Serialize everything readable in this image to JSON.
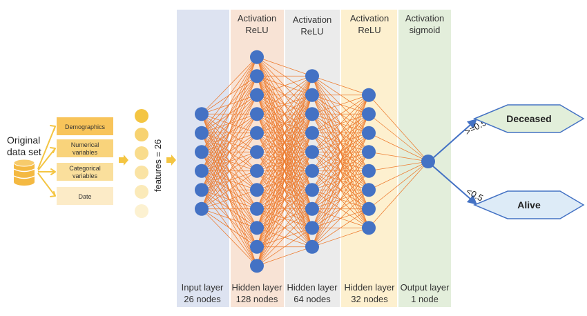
{
  "source": {
    "label_line1": "Original",
    "label_line2": "data set"
  },
  "feature_boxes": [
    {
      "lines": [
        "Demographics"
      ],
      "color": "#F8C45A"
    },
    {
      "lines": [
        "Numerical",
        "variables"
      ],
      "color": "#F9D37B"
    },
    {
      "lines": [
        "Categorical",
        "variables"
      ],
      "color": "#FADF9C"
    },
    {
      "lines": [
        "Date"
      ],
      "color": "#FCEBC7"
    }
  ],
  "features_label": "features = 26",
  "feature_dots": [
    "#F4C542",
    "#F7D270",
    "#F9DC8C",
    "#FAE3A4",
    "#FBEAB9",
    "#FCF1D1"
  ],
  "layers": [
    {
      "title": [
        "",
        ""
      ],
      "footer": [
        "Input layer",
        "26 nodes"
      ],
      "nodes_drawn": 6,
      "band_color": "#DDE3F1"
    },
    {
      "title": [
        "Activation",
        "ReLU"
      ],
      "footer": [
        "Hidden layer",
        "128 nodes"
      ],
      "nodes_drawn": 12,
      "band_color": "#F8E3D5"
    },
    {
      "title": [
        "Activation",
        "ReLU"
      ],
      "footer": [
        "Hidden layer",
        "64 nodes"
      ],
      "nodes_drawn": 10,
      "band_color": "#EBEBEB"
    },
    {
      "title": [
        "Activation",
        "ReLU"
      ],
      "footer": [
        "Hidden layer",
        "32 nodes"
      ],
      "nodes_drawn": 8,
      "band_color": "#FDF0CF"
    },
    {
      "title": [
        "Activation",
        "sigmoid"
      ],
      "footer": [
        "Output layer",
        "1 node"
      ],
      "nodes_drawn": 1,
      "band_color": "#E3EEDB"
    }
  ],
  "outcomes": [
    {
      "label": "Deceased",
      "threshold": ">=0.5",
      "color": "#E2EFDA"
    },
    {
      "label": "Alive",
      "threshold": "<0.5",
      "color": "#DDEBF7"
    }
  ],
  "colors": {
    "node": "#4472C4",
    "edge": "#ED7D31",
    "output_arrow": "#4472C4",
    "input_arrow": "#F4C542",
    "db": "#F4B942"
  }
}
